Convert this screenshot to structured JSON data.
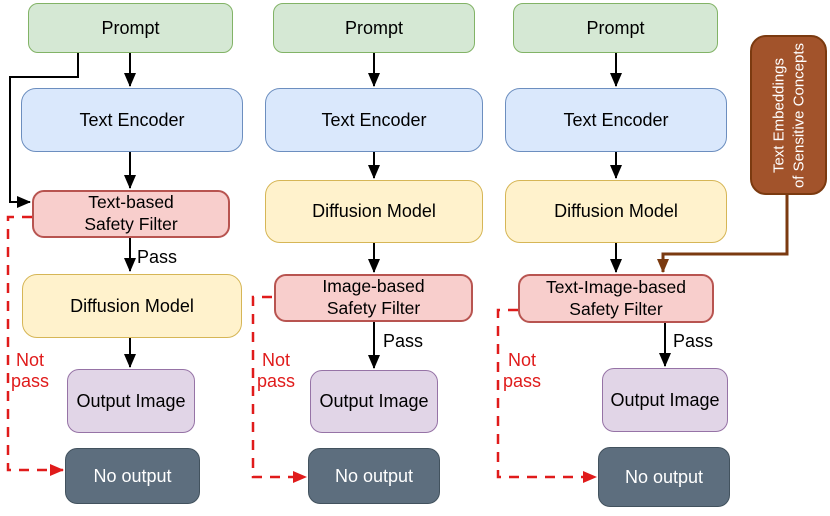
{
  "pipelines": [
    {
      "id": "text-based-safety-filter-pipeline",
      "nodes": {
        "prompt": "Prompt",
        "text_encoder": "Text Encoder",
        "safety_filter": "Text-based\nSafety Filter",
        "diffusion_model": "Diffusion Model",
        "output_image": "Output Image",
        "no_output": "No output"
      },
      "edge_labels": {
        "pass": "Pass",
        "not_pass": "Not\npass"
      }
    },
    {
      "id": "image-based-safety-filter-pipeline",
      "nodes": {
        "prompt": "Prompt",
        "text_encoder": "Text Encoder",
        "diffusion_model": "Diffusion Model",
        "safety_filter": "Image-based\nSafety Filter",
        "output_image": "Output Image",
        "no_output": "No output"
      },
      "edge_labels": {
        "pass": "Pass",
        "not_pass": "Not\npass"
      }
    },
    {
      "id": "text-image-based-safety-filter-pipeline",
      "nodes": {
        "prompt": "Prompt",
        "text_encoder": "Text Encoder",
        "diffusion_model": "Diffusion Model",
        "safety_filter": "Text-Image-based\nSafety Filter",
        "output_image": "Output Image",
        "no_output": "No output"
      },
      "edge_labels": {
        "pass": "Pass",
        "not_pass": "Not\npass"
      }
    }
  ],
  "annotation": {
    "text_embeddings": "Text Embeddings\nof Sensitive Concepts"
  },
  "colors": {
    "prompt_fill": "#d5e8d4",
    "prompt_stroke": "#82b366",
    "encoder_fill": "#dae8fc",
    "encoder_stroke": "#6c8ebf",
    "filter_fill": "#f8cecc",
    "filter_stroke": "#b85450",
    "diffusion_fill": "#fff2cc",
    "diffusion_stroke": "#d6b656",
    "output_fill": "#e1d5e7",
    "output_stroke": "#9673a6",
    "no_output_fill": "#5d6e7e",
    "no_output_stroke": "#42525e",
    "embeddings_fill": "#a2532b",
    "embeddings_stroke": "#7b3a10",
    "embeddings_arrow": "#7b3a10",
    "pass_arrow": "#000000",
    "not_pass": "#e01b1b"
  }
}
